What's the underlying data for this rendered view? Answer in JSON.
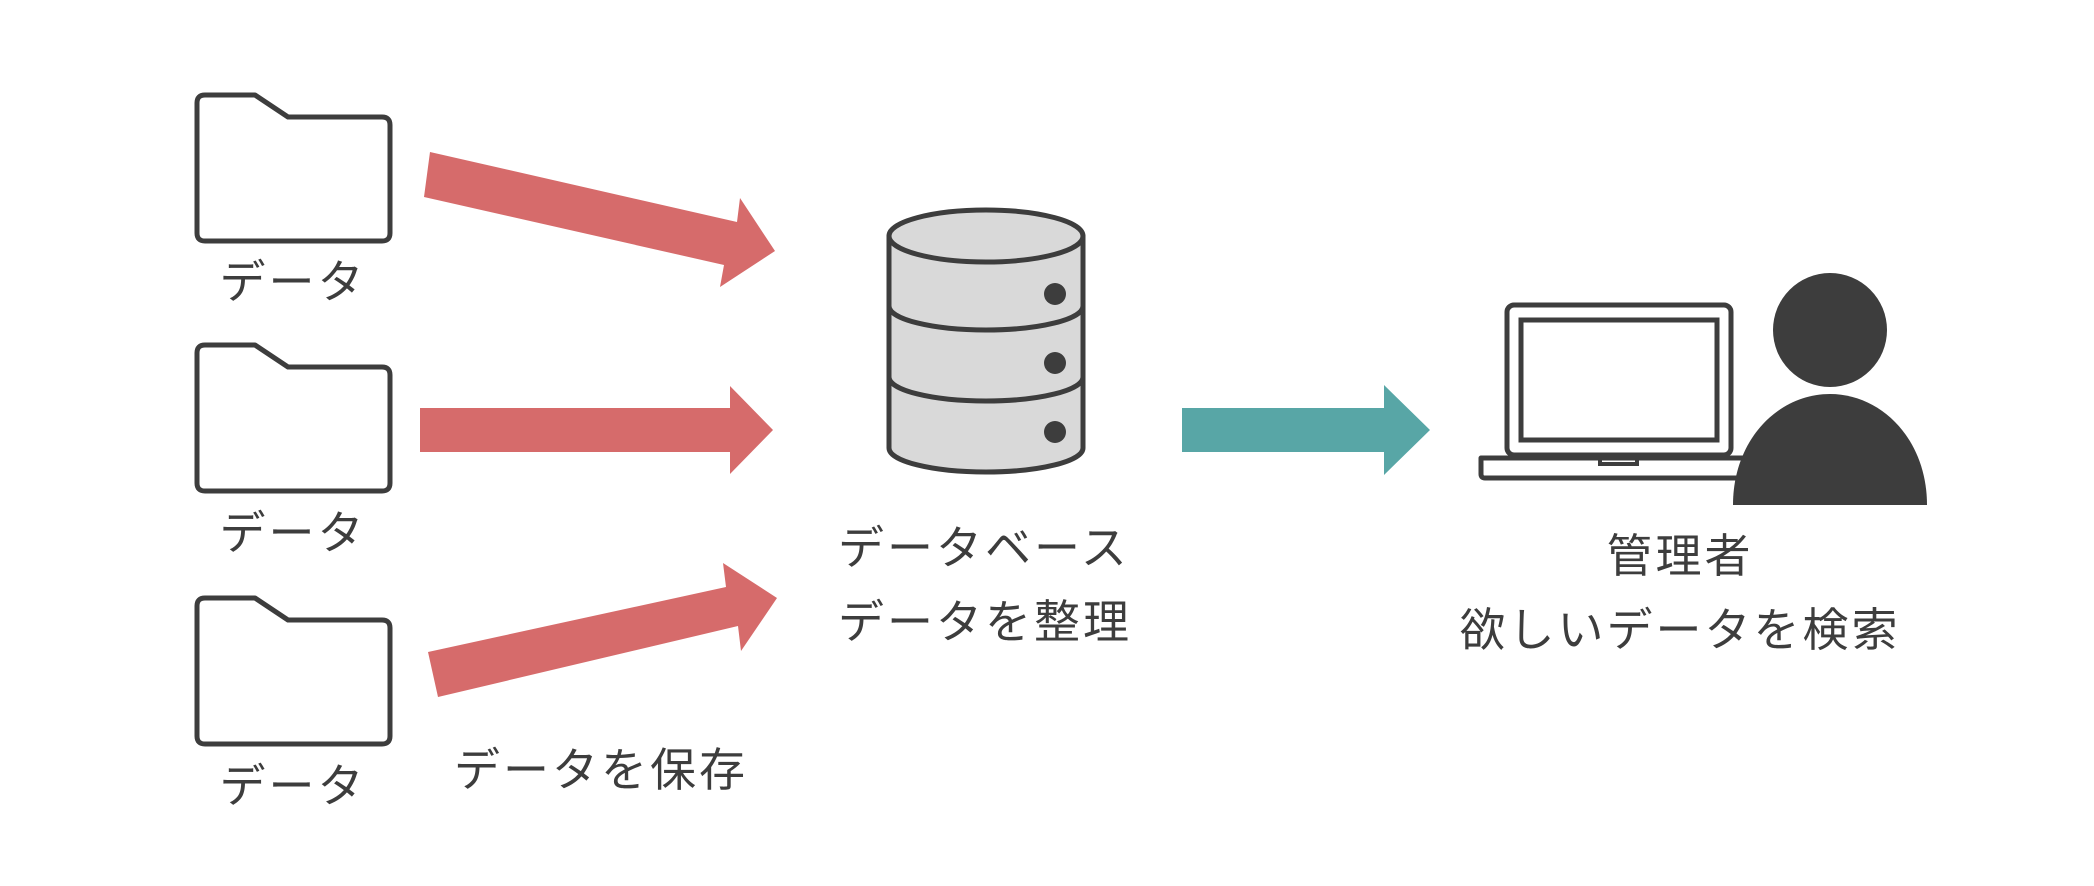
{
  "colors": {
    "ink": "#3d3d3d",
    "folder_fill": "#ffffff",
    "db_fill": "#d9d9d9",
    "input_arrow": "#d66b6b",
    "output_arrow": "#58a6a6"
  },
  "sources": [
    {
      "icon": "folder-icon",
      "label": "データ"
    },
    {
      "icon": "folder-icon",
      "label": "データ"
    },
    {
      "icon": "folder-icon",
      "label": "データ"
    }
  ],
  "store_caption": "データを保存",
  "database": {
    "icon": "database-icon",
    "title": "データベース",
    "caption": "データを整理"
  },
  "admin": {
    "icons": [
      "laptop-icon",
      "user-icon"
    ],
    "title": "管理者",
    "caption": "欲しいデータを検索"
  }
}
